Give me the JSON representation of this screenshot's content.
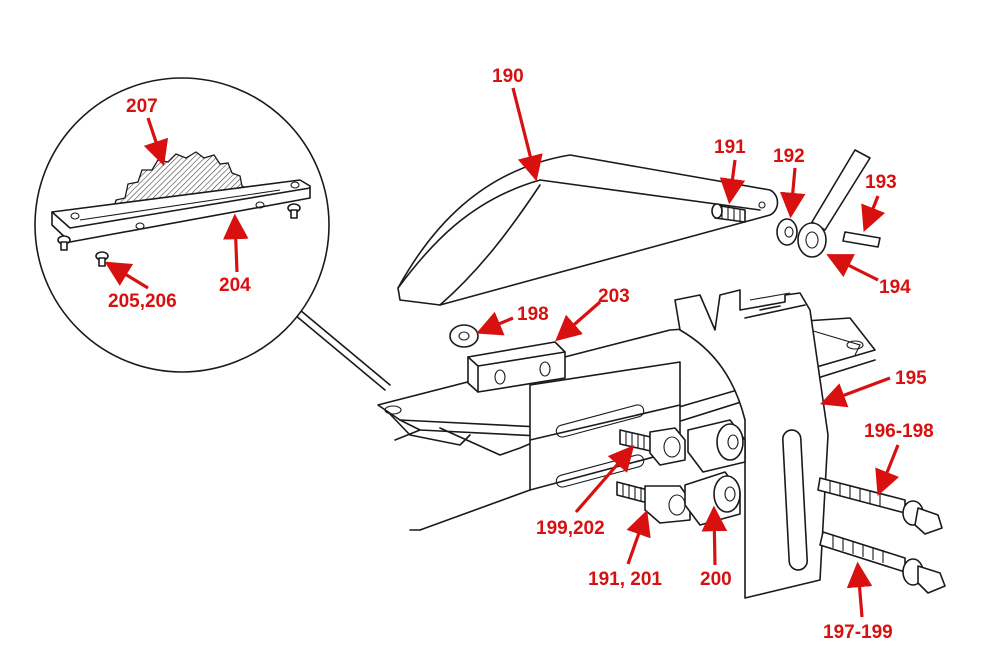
{
  "labels": {
    "l190": "190",
    "l191": "191",
    "l192": "192",
    "l193": "193",
    "l194": "194",
    "l195": "195",
    "l196_198": "196-198",
    "l197_199": "197-199",
    "l198": "198",
    "l199_202": "199,202",
    "l191_201": "191, 201",
    "l200": "200",
    "l203": "203",
    "l204": "204",
    "l205_206": "205,206",
    "l207": "207"
  },
  "colors": {
    "label": "#d81010",
    "line": "#1a1a1a",
    "background": "#ffffff"
  }
}
